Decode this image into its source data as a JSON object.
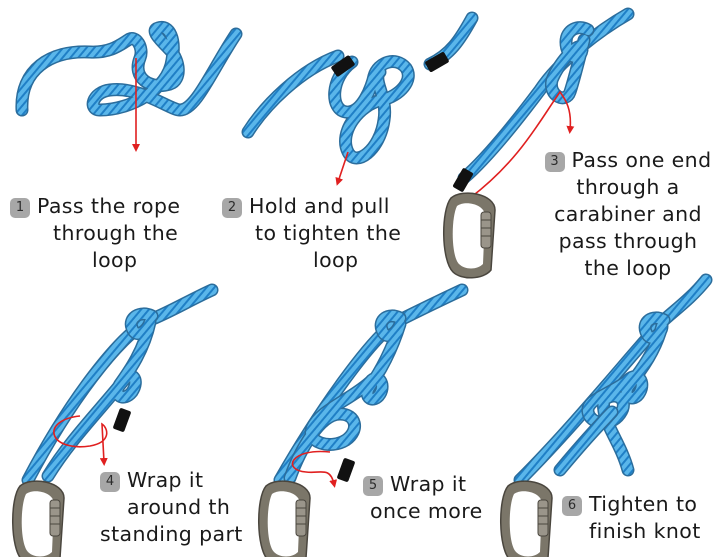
{
  "colors": {
    "rope": "#5ab6ea",
    "rope_stripe": "#1f7fc6",
    "rope_outline": "#2b6d9c",
    "arrow": "#e02020",
    "badge": "#a7a7a7",
    "carabiner": "#7b7669"
  },
  "steps": [
    {
      "number": "1",
      "lines": [
        "Pass the rope",
        "through the",
        "loop"
      ]
    },
    {
      "number": "2",
      "lines": [
        "Hold and pull",
        "to tighten the",
        "loop"
      ]
    },
    {
      "number": "3",
      "lines": [
        "Pass one end",
        "through a",
        "carabiner and",
        "pass through",
        "the loop"
      ]
    },
    {
      "number": "4",
      "lines": [
        "Wrap it",
        "around th",
        "standing part"
      ]
    },
    {
      "number": "5",
      "lines": [
        "Wrap it",
        "once more"
      ]
    },
    {
      "number": "6",
      "lines": [
        "Tighten to",
        "finish knot"
      ]
    }
  ],
  "icons": [
    "rope-icon",
    "arrow-icon",
    "carabiner-icon"
  ]
}
